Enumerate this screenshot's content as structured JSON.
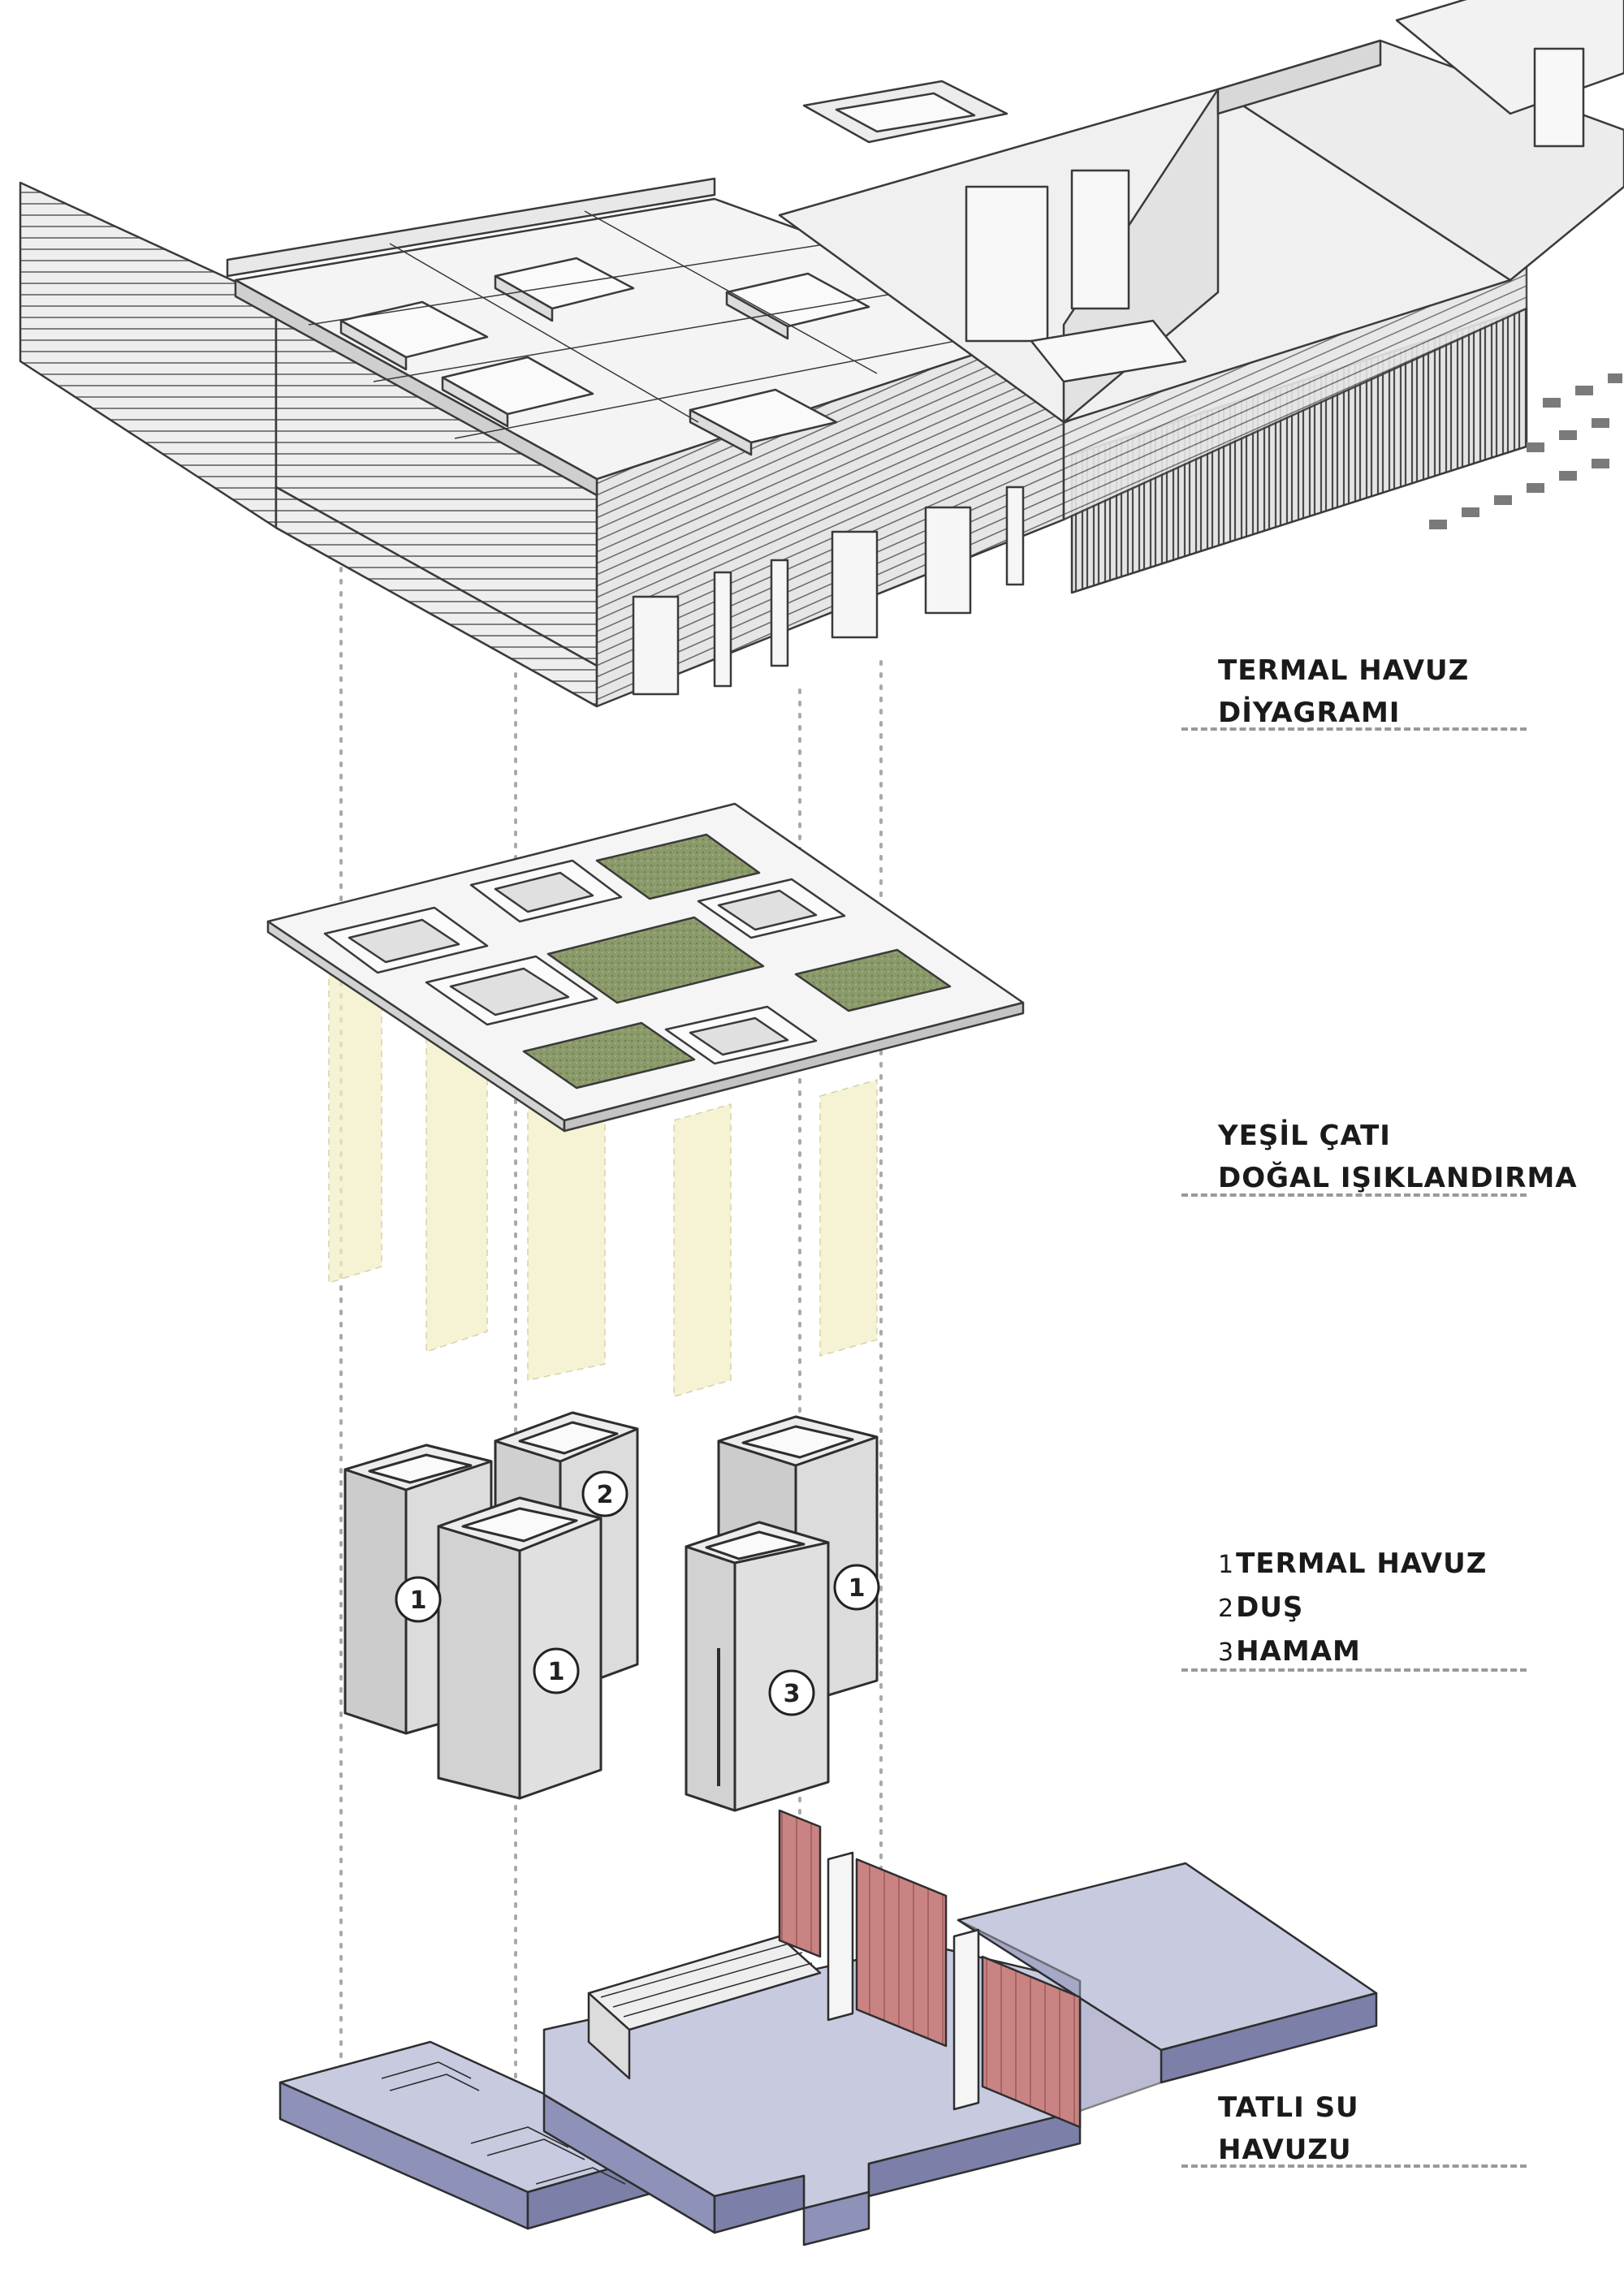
{
  "labels": {
    "termal_diagram": {
      "line1": "TERMAL HAVUZ",
      "line2": "DİYAGRAMI"
    },
    "green_roof": {
      "line1": "YEŞİL ÇATI",
      "line2": "DOĞAL IŞIKLANDIRMA"
    },
    "legend": [
      {
        "num": "1",
        "text": "TERMAL HAVUZ"
      },
      {
        "num": "2",
        "text": "DUŞ"
      },
      {
        "num": "3",
        "text": "HAMAM"
      }
    ],
    "fresh_pool": {
      "line1": "TATLI SU",
      "line2": "HAVUZU"
    }
  },
  "volume_markers": [
    "1",
    "2",
    "1",
    "1",
    "3"
  ],
  "colors": {
    "line": "#3a3a3a",
    "wall": "#e9e9e9",
    "wall_dark": "#cfcfcf",
    "green_roof": "#8b9a6a",
    "pool_water": "#c8cbe0",
    "pool_side": "#8e91b8",
    "panel_red": "#c98383",
    "light_yellow": "#f3efc8",
    "guide": "#a9a9a9"
  }
}
